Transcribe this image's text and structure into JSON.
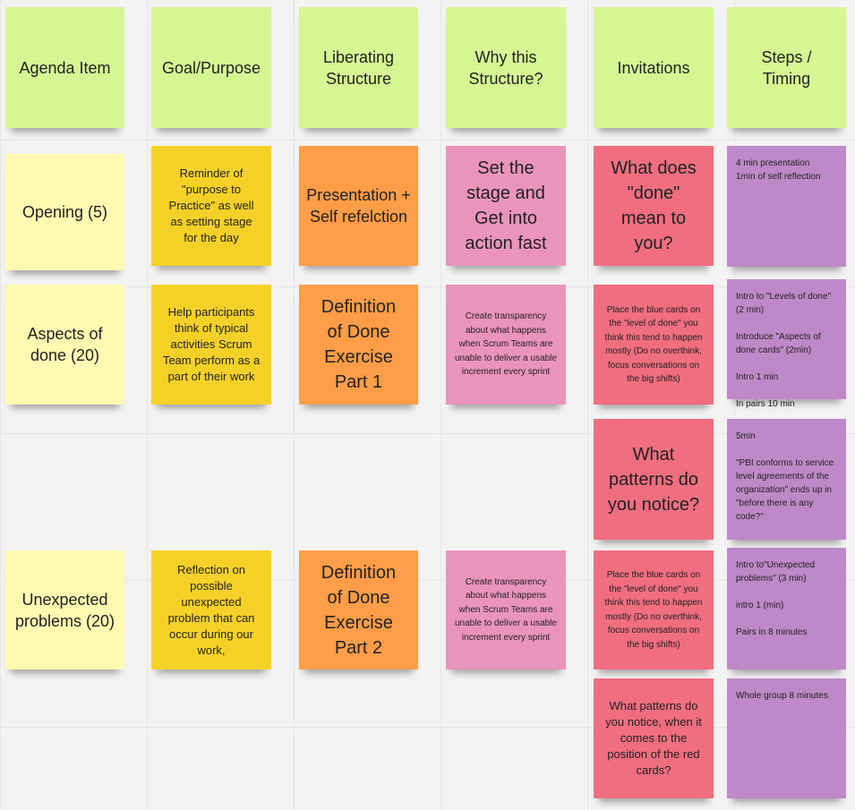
{
  "headers": [
    "Agenda Item",
    "Goal/Purpose",
    "Liberating Structure",
    "Why this Structure?",
    "Invitations",
    "Steps / Timing"
  ],
  "rows": {
    "opening": {
      "agenda": "Opening (5)",
      "goal": "Reminder of \"purpose to Practice\" as well as setting stage for the day",
      "structure": "Presentation + Self refelction",
      "why": "Set the stage and Get into action fast",
      "invitation": "What does \"done\" mean to you?",
      "steps": "4 min presentation\n1min of self reflection"
    },
    "aspects": {
      "agenda": "Aspects of done (20)",
      "goal": "Help participants think of typical activities Scrum Team perform as a part of their work",
      "structure": "Definition of Done Exercise Part 1",
      "why": "Create transparency about what happens when Scrum Teams are unable to deliver a usable increment every sprint",
      "invitation": "Place the blue cards on the \"level of done\" you think this tend to happen mostly (Do no overthink, focus conversations on the big shifts)",
      "steps": "Intro to \"Levels of done\" (2 min)\n\nIntroduce \"Aspects of done cards\" (2min)\n\nIntro 1 min\n\nIn pairs 10 min",
      "invitation2": "What patterns do you notice?",
      "steps2": "5min\n\n\"PBI conforms to service level agreements of the organization\" ends up in \"before there is any code?\""
    },
    "unexpected": {
      "agenda": "Unexpected problems (20)",
      "goal": "Reflection on possible unexpected problem that can occur during our work,",
      "structure": "Definition of Done Exercise Part 2",
      "why": "Create transparency about what happens when Scrum Teams are unable to deliver a usable increment every sprint",
      "invitation": "Place the blue cards on the \"level of done\" you think this tend to happen mostly (Do no overthink, focus conversations on the big shifts)",
      "steps": "Intro to\"Unexpected problems\" (3 min)\n\nintro 1 (min)\n\nPairs in 8 minutes",
      "invitation2": "What patterns do you notice, when it comes to the position of the red cards?",
      "steps2": "Whole group 8 minutes"
    }
  }
}
